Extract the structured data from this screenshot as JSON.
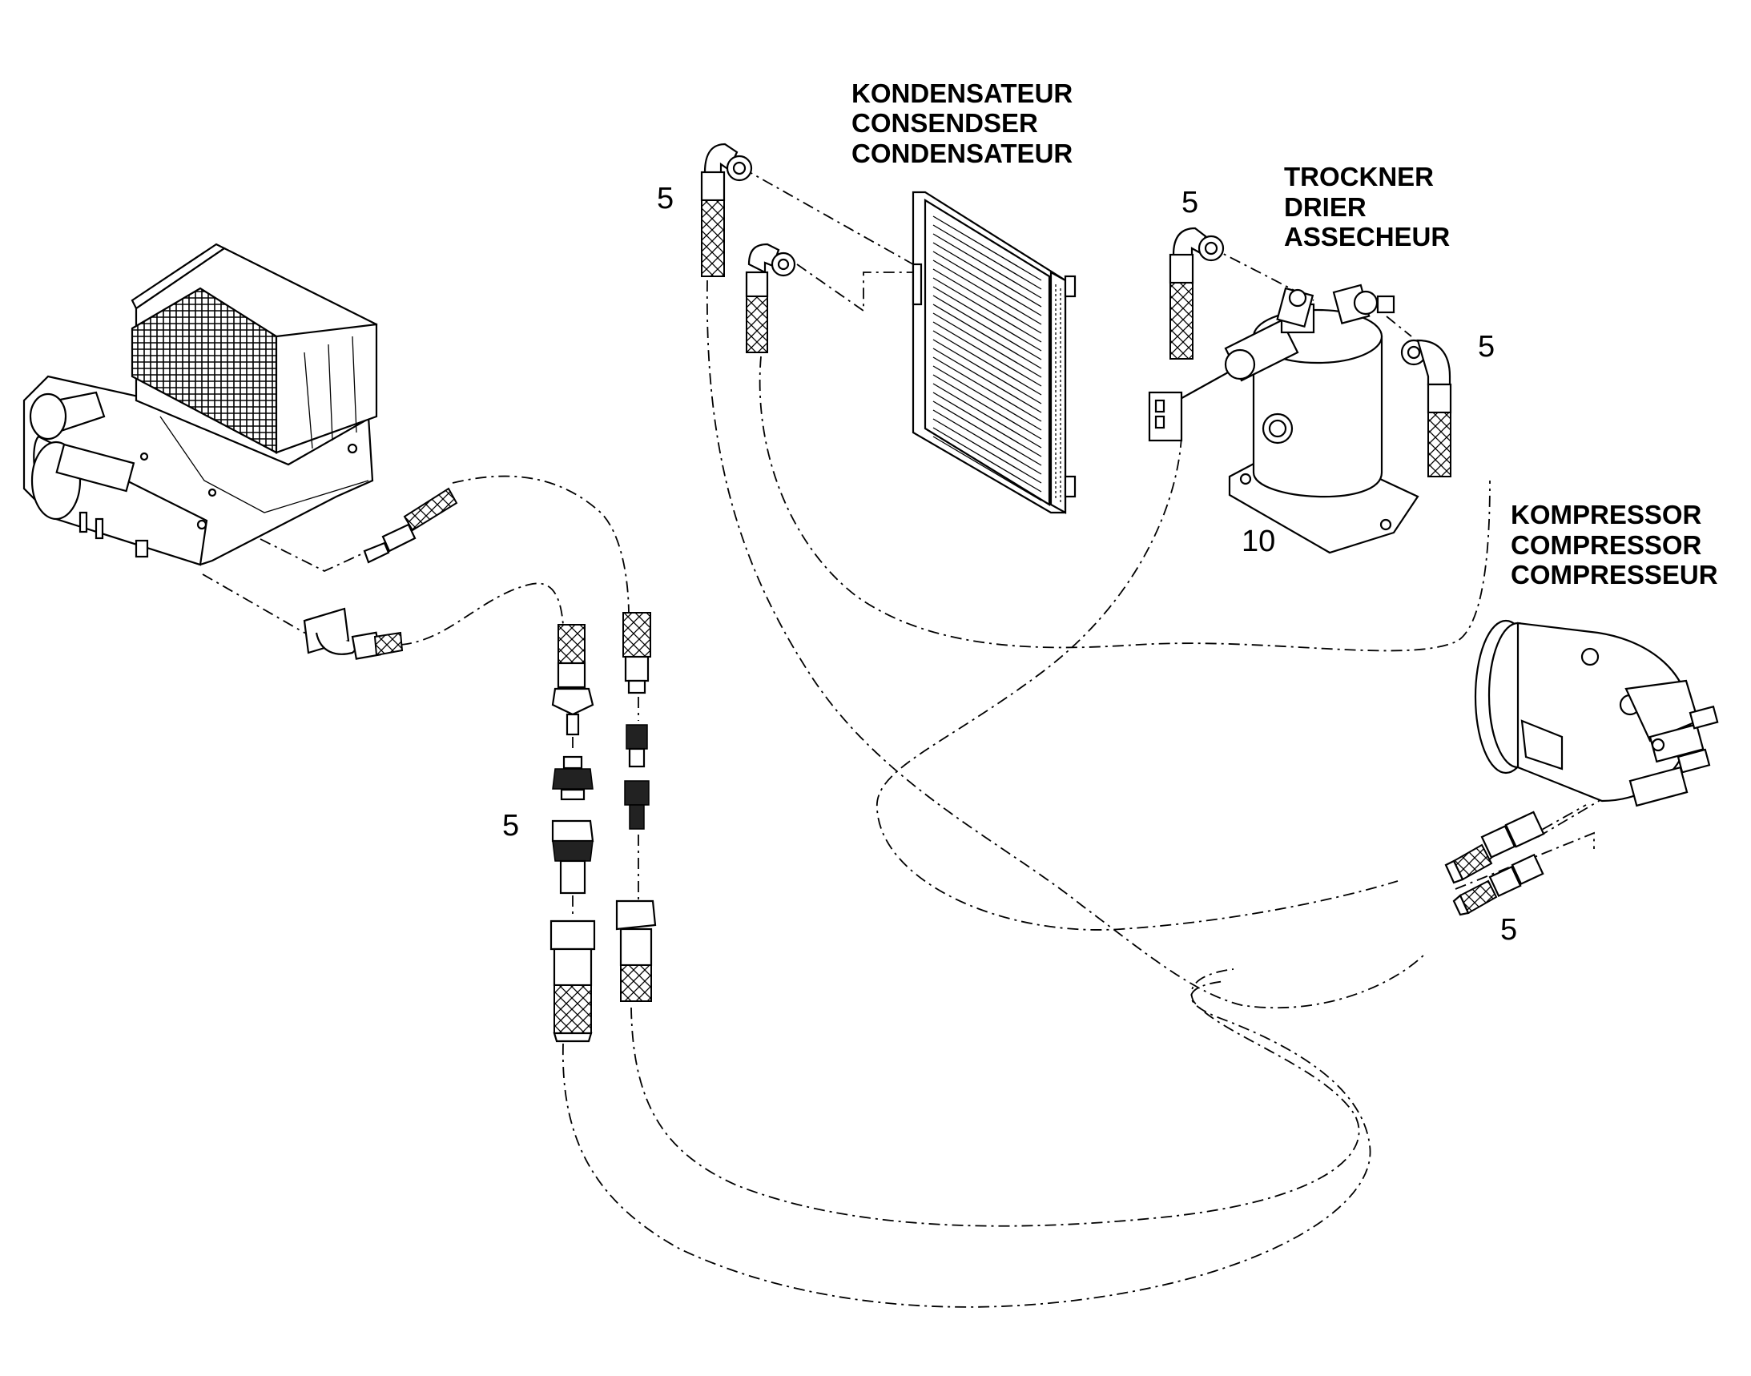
{
  "labels": {
    "condenser": [
      "KONDENSATEUR",
      "CONSENDSER",
      "CONDENSATEUR"
    ],
    "drier": [
      "TROCKNER",
      "DRIER",
      "ASSECHEUR"
    ],
    "compressor": [
      "KOMPRESSOR",
      "COMPRESSOR",
      "COMPRESSEUR"
    ]
  },
  "callouts": {
    "condenser_hoses": "5",
    "drier_inlet_hose": "5",
    "drier_outlet_hose": "5",
    "drier": "10",
    "service_valves": "5",
    "compressor_hoses": "5"
  }
}
